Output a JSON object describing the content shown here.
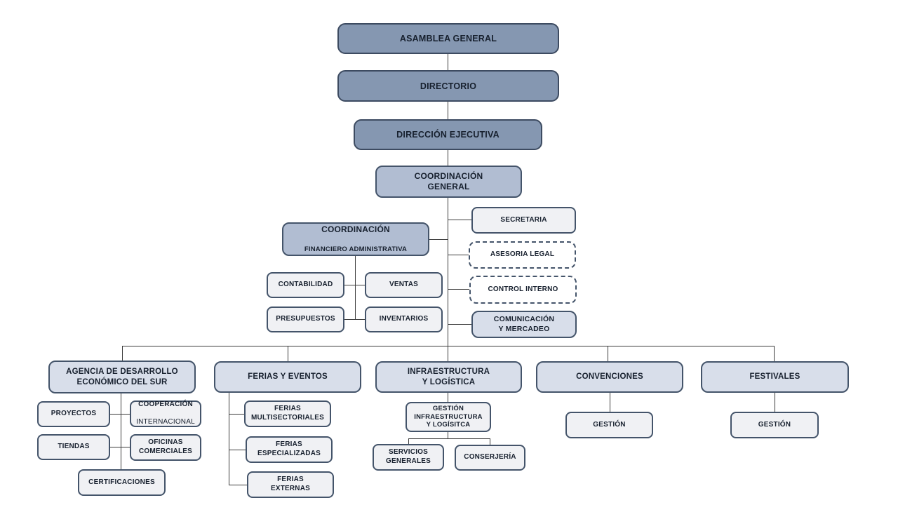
{
  "palette": {
    "dark": "#8597b1",
    "mid": "#b1bdd2",
    "blue": "#d8deea",
    "light": "#f0f1f4",
    "border": "#44546a",
    "borderDark": "#3d4b61",
    "line": "#3c3c3c",
    "text": "#17202e"
  },
  "nodes": {
    "asamblea": {
      "label": "ASAMBLEA GENERAL"
    },
    "directorio": {
      "label": "DIRECTORIO"
    },
    "direccion_ejecutiva": {
      "label": "DIRECCIÓN EJECUTIVA"
    },
    "coordinacion_general": {
      "label": "COORDINACIÓN\nGENERAL"
    },
    "secretaria": {
      "label": "SECRETARIA"
    },
    "asesoria_legal": {
      "label": "ASESORIA LEGAL"
    },
    "control_interno": {
      "label": "CONTROL INTERNO"
    },
    "comunicacion_mercadeo": {
      "label": "COMUNICACIÓN\nY MERCADEO"
    },
    "coordinacion_financiera": {
      "title": "COORDINACIÓN",
      "subtitle": "FINANCIERO ADMINISTRATIVA"
    },
    "contabilidad": {
      "label": "CONTABILIDAD"
    },
    "ventas": {
      "label": "VENTAS"
    },
    "presupuestos": {
      "label": "PRESUPUESTOS"
    },
    "inventarios": {
      "label": "INVENTARIOS"
    },
    "agencia_desarrollo": {
      "label": "AGENCIA DE DESARROLLO\nECONÓMICO DEL SUR"
    },
    "proyectos": {
      "label": "PROYECTOS"
    },
    "cooperacion_internacional": {
      "title": "COOPERACIÓN",
      "subtitle": "INTERNACIONAL"
    },
    "tiendas": {
      "label": "TIENDAS"
    },
    "oficinas_comerciales": {
      "label": "OFICINAS\nCOMERCIALES"
    },
    "certificaciones": {
      "label": "CERTIFICACIONES"
    },
    "ferias_eventos": {
      "label": "FERIAS Y EVENTOS"
    },
    "ferias_multisectoriales": {
      "label": "FERIAS\nMULTISECTORIALES"
    },
    "ferias_especializadas": {
      "label": "FERIAS\nESPECIALIZADAS"
    },
    "ferias_externas": {
      "label": "FERIAS\nEXTERNAS"
    },
    "infraestructura_logistica": {
      "label": "INFRAESTRUCTURA\nY LOGÍSTICA"
    },
    "gestion_infraestructura": {
      "label": "GESTIÓN\nINFRAESTRUCTURA\nY LOGÍSITCA"
    },
    "servicios_generales": {
      "label": "SERVICIOS\nGENERALES"
    },
    "conserjeria": {
      "label": "CONSERJERÍA"
    },
    "convenciones": {
      "label": "CONVENCIONES"
    },
    "gestion_convenciones": {
      "label": "GESTIÓN"
    },
    "festivales": {
      "label": "FESTIVALES"
    },
    "gestion_festivales": {
      "label": "GESTIÓN"
    }
  }
}
